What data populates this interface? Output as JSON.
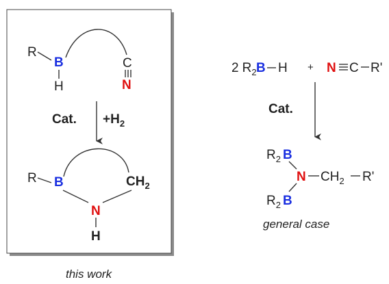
{
  "left_box": {
    "reactant": {
      "r": "R",
      "b": "B",
      "h": "H",
      "c": "C",
      "n": "N"
    },
    "condition_cat": "Cat.",
    "condition_h2": "+H",
    "condition_h2_sub": "2",
    "product": {
      "r": "R",
      "b": "B",
      "ch": "CH",
      "ch_sub": "2",
      "n": "N",
      "h": "H"
    }
  },
  "caption_left": "this work",
  "right_scheme": {
    "coefficient": "2",
    "r": "R",
    "r_sub": "2",
    "b": "B",
    "h": "H",
    "plus": "+",
    "nitrile_n": "N",
    "nitrile_c": "C",
    "nitrile_r": "R'",
    "condition_cat": "Cat.",
    "product": {
      "r_top": "R",
      "r_top_sub": "2",
      "b_top": "B",
      "n": "N",
      "ch": "CH",
      "ch_sub": "2",
      "r_prime": "R'",
      "r_bottom": "R",
      "r_bottom_sub": "2",
      "b_bottom": "B"
    }
  },
  "caption_right": "general case",
  "colors": {
    "boron": "#1a2fe0",
    "nitrogen": "#e01010",
    "ink": "#222222"
  }
}
